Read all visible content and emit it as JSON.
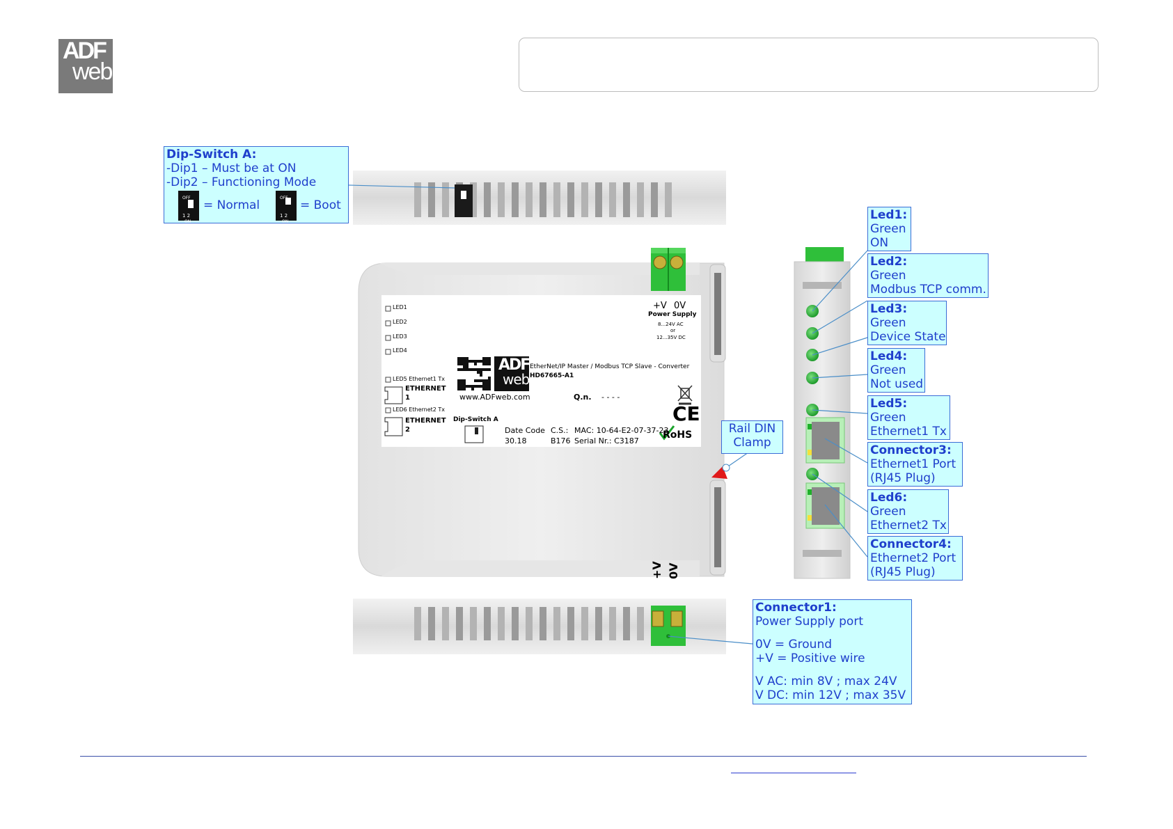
{
  "logo": {
    "line1": "ADF",
    "line2": "web"
  },
  "dip_switch_callout": {
    "title": "Dip-Switch A:",
    "line1": "-Dip1 – Must be at ON",
    "line2": "-Dip2 – Functioning Mode",
    "normal": "= Normal",
    "boot": "= Boot",
    "switch_off": "OFF",
    "switch_on": "ON",
    "switch_nums": "1 2"
  },
  "leds": [
    {
      "title": "Led1:",
      "color": "Green",
      "desc": "ON"
    },
    {
      "title": "Led2:",
      "color": "Green",
      "desc": "Modbus TCP comm."
    },
    {
      "title": "Led3:",
      "color": "Green",
      "desc": "Device State"
    },
    {
      "title": "Led4:",
      "color": "Green",
      "desc": "Not used"
    },
    {
      "title": "Led5:",
      "color": "Green",
      "desc": "Ethernet1 Tx"
    },
    {
      "title": "Led6:",
      "color": "Green",
      "desc": "Ethernet2 Tx"
    }
  ],
  "connector3": {
    "title": "Connector3:",
    "line1": "Ethernet1 Port",
    "line2": "(RJ45 Plug)"
  },
  "connector4": {
    "title": "Connector4:",
    "line1": "Ethernet2 Port",
    "line2": "(RJ45 Plug)"
  },
  "connector1": {
    "title": "Connector1:",
    "line1": "Power Supply port",
    "line2": "0V = Ground",
    "line3": "+V = Positive wire",
    "line4": "V AC: min 8V ; max 24V",
    "line5": "V DC: min 12V ; max 35V"
  },
  "rail": {
    "line1": "Rail DIN",
    "line2": "Clamp"
  },
  "label": {
    "led1": "LED1",
    "led2": "LED2",
    "led3": "LED3",
    "led4": "LED4",
    "led5": "LED5 Ethernet1 Tx",
    "led6": "LED6 Ethernet2 Tx",
    "eth1": "ETHERNET",
    "eth1n": "1",
    "eth2": "ETHERNET",
    "eth2n": "2",
    "pv": "+V",
    "zv": "0V",
    "power": "Power Supply",
    "ac": "8...24V AC",
    "or": "or",
    "dc": "12...35V DC",
    "product": "EtherNet/IP Master / Modbus TCP Slave - Converter",
    "code": "HD67665-A1",
    "url": "www.ADFweb.com",
    "qn": "Q.n.",
    "qn_val": "- - - -",
    "dip": "Dip-Switch A",
    "date_label": "Date Code",
    "date_val": "30.18",
    "cs_label": "C.S.:",
    "cs_val": "B176",
    "mac": "MAC: 10-64-E2-07-37-23",
    "serial": "Serial Nr.: C3187",
    "ce": "CE",
    "rohs": "RoHS",
    "logo1": "ADF",
    "logo2": "web"
  },
  "bottom_terminal": {
    "pv": "+V",
    "zv": "0V"
  },
  "colors": {
    "callout_bg": "#ccffff",
    "callout_border": "#3a6bd6",
    "callout_text": "#1f3fcc",
    "led_green": "#2db53a",
    "connector_green": "#2fbf3a"
  }
}
